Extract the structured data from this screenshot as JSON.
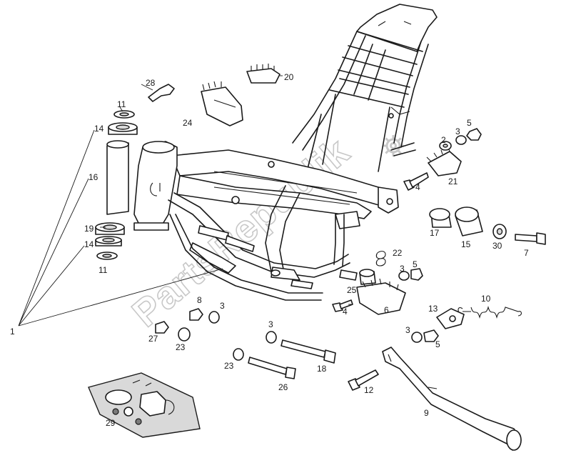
{
  "watermark": {
    "text": "PartsRepublik",
    "logo": "gear-icon",
    "color": "#c8c8c8"
  },
  "line_color": "#1a1a1a",
  "callouts": {
    "c1": "1",
    "c2": "2",
    "c3a": "3",
    "c3b": "3",
    "c3c": "3",
    "c3d": "3",
    "c3e": "3",
    "c4a": "4",
    "c4b": "4",
    "c5a": "5",
    "c5b": "5",
    "c5c": "5",
    "c6": "6",
    "c7": "7",
    "c8": "8",
    "c9": "9",
    "c10": "10",
    "c11a": "11",
    "c11b": "11",
    "c12": "12",
    "c13": "13",
    "c14a": "14",
    "c14b": "14",
    "c15": "15",
    "c16": "16",
    "c17": "17",
    "c18": "18",
    "c19": "19",
    "c20": "20",
    "c21": "21",
    "c22": "22",
    "c23a": "23",
    "c23b": "23",
    "c24": "24",
    "c25": "25",
    "c26": "26",
    "c27": "27",
    "c28": "28",
    "c29": "29",
    "c30": "30"
  }
}
